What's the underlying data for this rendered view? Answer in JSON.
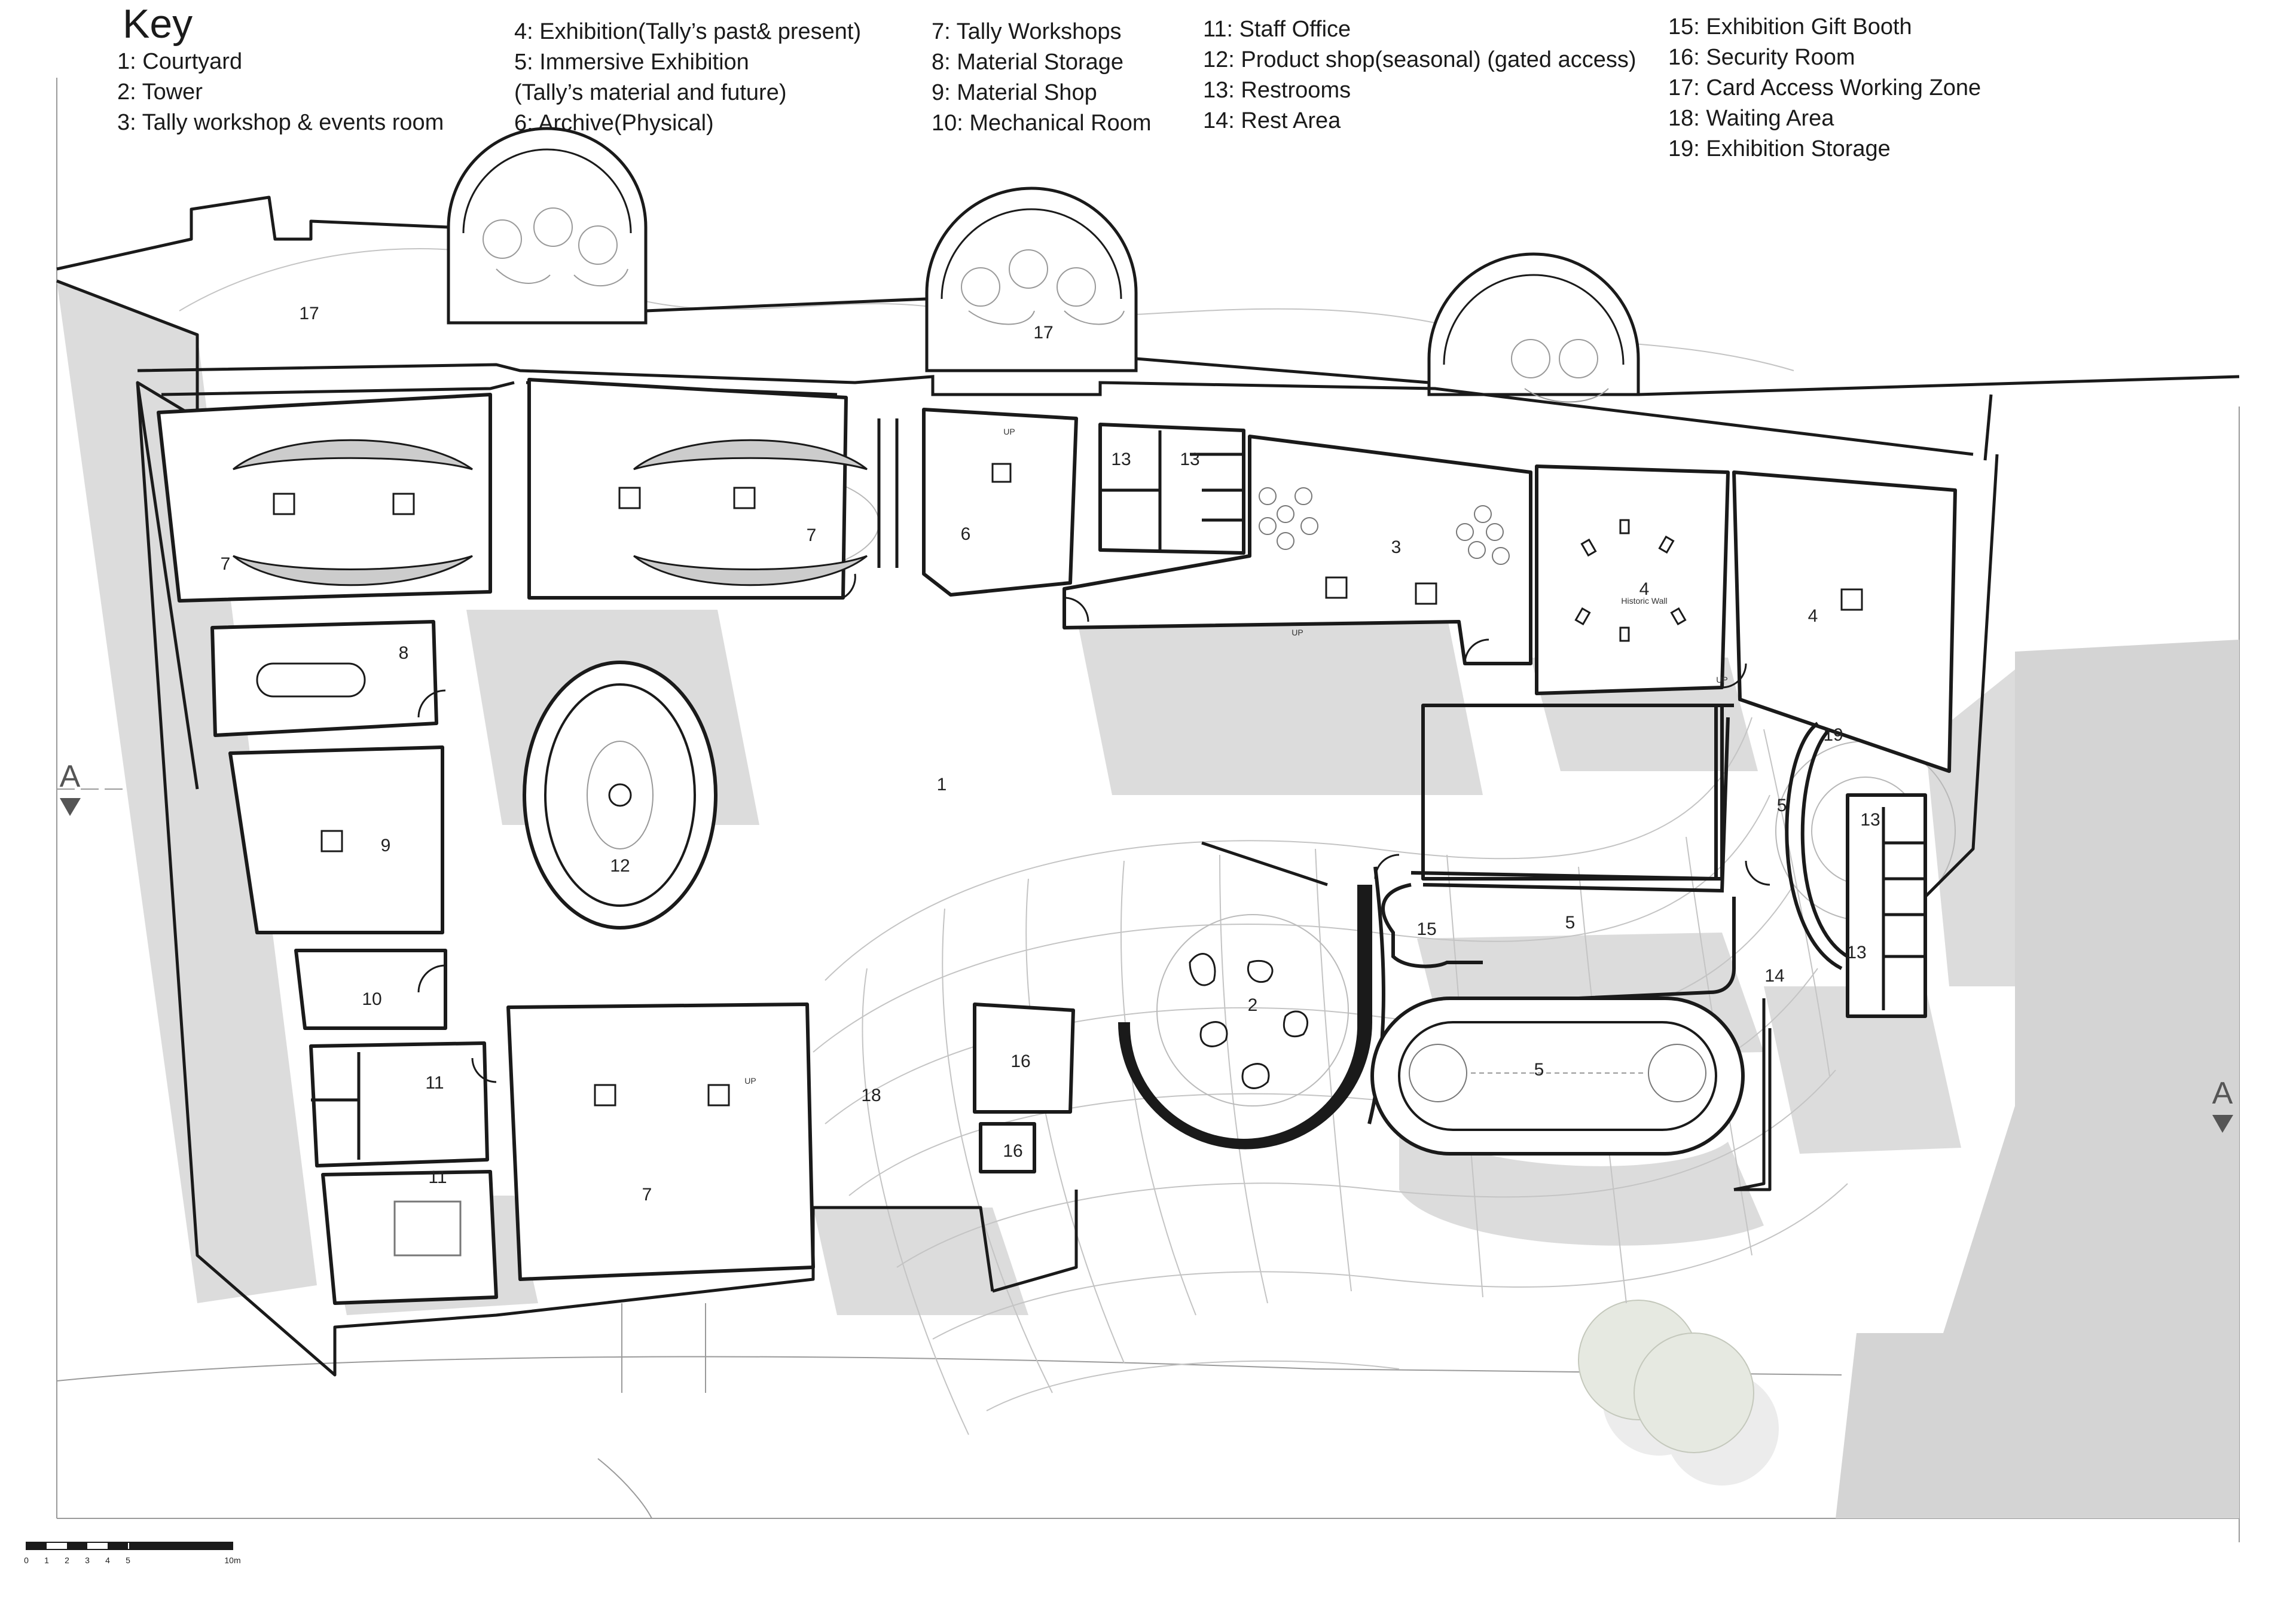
{
  "key": {
    "title": "Key",
    "columns": [
      [
        "1: Courtyard",
        "2: Tower",
        "3: Tally workshop & events room"
      ],
      [
        "4: Exhibition(Tally’s past& present)",
        "5: Immersive Exhibition",
        "(Tally’s material and future)",
        "6: Archive(Physical)"
      ],
      [
        "7: Tally Workshops",
        "8: Material Storage",
        "9: Material Shop",
        "10: Mechanical Room"
      ],
      [
        "11: Staff Office",
        "12: Product shop(seasonal) (gated access)",
        "13: Restrooms",
        "14: Rest Area"
      ],
      [
        "15: Exhibition Gift Booth",
        "16: Security Room",
        "17: Card Access Working Zone",
        "18: Waiting Area",
        "19: Exhibition Storage"
      ]
    ]
  },
  "room_labels": [
    "17",
    "17",
    "7",
    "7",
    "6",
    "13",
    "13",
    "3",
    "4",
    "4",
    "8",
    "1",
    "9",
    "12",
    "19",
    "5",
    "13",
    "15",
    "5",
    "13",
    "14",
    "10",
    "2",
    "16",
    "5",
    "11",
    "18",
    "16",
    "11",
    "7"
  ],
  "annotations": {
    "up": "UP",
    "historic_wall": "Historic Wall"
  },
  "section_marks": {
    "left": "A",
    "right": "A"
  },
  "scale_bar": {
    "ticks": [
      "0",
      "1",
      "2",
      "3",
      "4",
      "5",
      "10m"
    ]
  },
  "colors": {
    "wall": "#1a1a1a",
    "shadow": "#d9d9d9",
    "site_building": "#d4d4d4",
    "tree": "#e6e9e1",
    "grid": "#c8c8c8"
  }
}
